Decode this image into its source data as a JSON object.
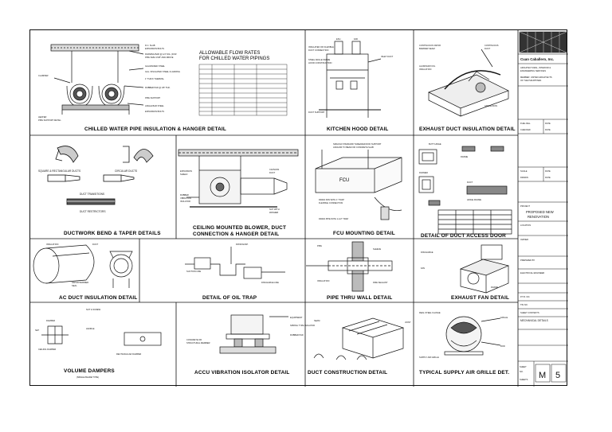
{
  "sheet": {
    "page_label": "M",
    "page_number": "5"
  },
  "details": {
    "chilled_water": "CHILLED WATER PIPE INSULATION & HANGER DETAIL",
    "kitchen_hood": "KITCHEN HOOD DETAIL",
    "exhaust_duct_insulation": "EXHAUST DUCT INSULATION DETAIL",
    "ductwork_bend": "DUCTWORK BEND & TAPER DETAILS",
    "ceiling_blower": "CEILING MOUNTED BLOWER, DUCT",
    "ceiling_blower_2": "CONNECTION  & HANGER DETAIL",
    "fcu_mounting": "FCU MOUNTING DETAIL",
    "duct_access_door": "DETAIL OF DUCT ACCESS DOOR",
    "ac_duct_insulation": "AC DUCT INSULATION DETAIL",
    "oil_trap": "DETAIL OF OIL TRAP",
    "pipe_thru_wall": "PIPE THRU WALL DETAIL",
    "exhaust_fan": "EXHAUST FAN  DETAIL",
    "volume_dampers": "VOLUME DAMPERS",
    "volume_dampers_sub": "(SINGLE BLADE TYPE)",
    "accu_vibration": "ACCU VIBRATION ISOLATOR DETAIL",
    "duct_construction": "DUCT CONSTRUCTION DETAIL",
    "supply_grille": "TYPICAL SUPPLY AIR GRILLE DET."
  },
  "flow_table": {
    "title_line1": "ALLOWABLE FLOW RATES",
    "title_line2": "FOR CHILLED WATER PIPINGS"
  },
  "labels": {
    "fcu": "FCU",
    "square_rect": "SQUARE & RECTANGULAR DUCTS",
    "circular": "CIRCULAR DUCTS",
    "duct_transitions": "DUCT TRANSITIONS",
    "duct_restrictors": "DUCT RESTRICTORS",
    "ceiling_damper": "CEILING DAMPER"
  },
  "title_block": {
    "company": "Cuan Caballero, Inc.",
    "project_line1": "PROPOSED NEW",
    "project_line2": "RENOVATION",
    "sheet_desc": "MECHANICAL DETAILS"
  }
}
